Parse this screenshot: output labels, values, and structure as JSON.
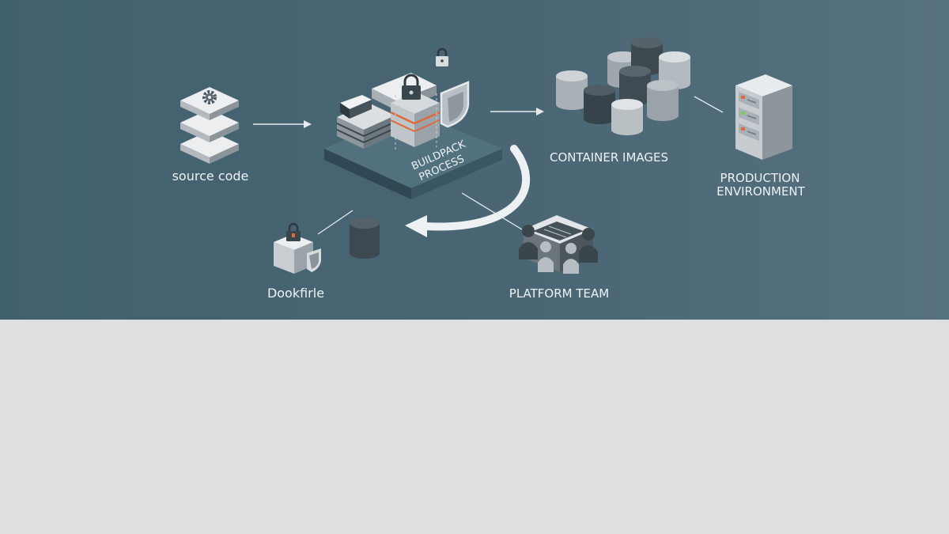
{
  "nodes": {
    "source_code": "source code",
    "buildpack_line1": "BUILDPACK",
    "buildpack_line2": "PROCESS",
    "container_images": "CONTAINER IMAGES",
    "production_line1": "PRODUCTION",
    "production_line2": "ENVIRONMENT",
    "dockerfile": "Dookfirle",
    "platform_team": "PLATFORM TEAM"
  },
  "colors": {
    "panel_bg": "#46636f",
    "lower_bg": "#dedfe0",
    "accent": "#e0693a",
    "status_green": "#7ccf5a"
  },
  "icons": [
    "gear-icon",
    "padlock-icon",
    "shield-icon",
    "database-icon",
    "server-rack-icon",
    "team-icon",
    "cycle-arrow-icon"
  ]
}
